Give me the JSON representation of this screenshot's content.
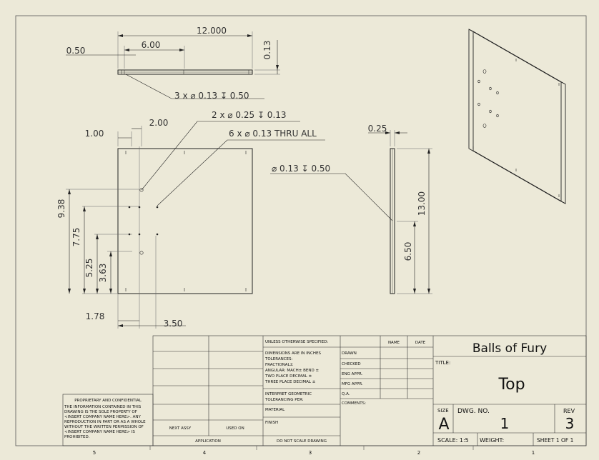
{
  "dimensions": {
    "top_total": "12.000",
    "top_mid": "6.00",
    "top_left": "0.50",
    "top_thickness": "0.13",
    "top_holes": "3 x ⌀ 0.13 ↧ 0.50",
    "front_2_00": "2.00",
    "front_1_00": "1.00",
    "front_holes_025": "2 x ⌀ 0.25 ↧ 0.13",
    "front_holes_thru": "6 x ⌀ 0.13 THRU ALL",
    "front_9_38": "9.38",
    "front_7_75": "7.75",
    "front_5_25": "5.25",
    "front_3_63": "3.63",
    "front_1_78": "1.78",
    "front_3_50": "3.50",
    "side_thickness": "0.25",
    "side_hole": "⌀ 0.13 ↧ 0.50",
    "side_13_00": "13.00",
    "side_6_50": "6.50"
  },
  "title_block": {
    "company": "Balls of Fury",
    "title_label": "TITLE:",
    "title": "Top",
    "size_label": "SIZE",
    "size": "A",
    "dwg_no_label": "DWG.  NO.",
    "dwg_no": "1",
    "rev_label": "REV",
    "rev": "3",
    "scale": "SCALE: 1:5",
    "weight": "WEIGHT:",
    "sheet": "SHEET 1 OF 1",
    "unless": "UNLESS OTHERWISE SPECIFIED:",
    "name_col": "NAME",
    "date_col": "DATE",
    "drawn": "DRAWN",
    "checked": "CHECKED",
    "eng_appr": "ENG APPR.",
    "mfg_appr": "MFG APPR.",
    "qa": "Q.A.",
    "comments": "COMMENTS:",
    "tol_lines": [
      "DIMENSIONS ARE IN INCHES",
      "TOLERANCES:",
      "FRACTIONAL±",
      "ANGULAR: MACH±   BEND ±",
      "TWO PLACE DECIMAL   ±",
      "THREE PLACE DECIMAL  ±"
    ],
    "interpret": [
      "INTERPRET GEOMETRIC",
      "TOLERANCING PER:"
    ],
    "material": "MATERIAL",
    "finish": "FINISH",
    "next_assy": "NEXT ASSY",
    "used_on": "USED ON",
    "application": "APPLICATION",
    "do_not_scale": "DO NOT SCALE DRAWING",
    "proprietary_title": "PROPRIETARY AND CONFIDENTIAL",
    "proprietary_lines": [
      "THE INFORMATION CONTAINED IN THIS",
      "DRAWING IS THE SOLE PROPERTY OF",
      "<INSERT COMPANY NAME HERE>. ANY",
      "REPRODUCTION IN PART OR AS A WHOLE",
      "WITHOUT THE WRITTEN PERMISSION OF",
      "<INSERT COMPANY NAME HERE> IS",
      "PROHIBITED."
    ]
  },
  "zones": [
    "5",
    "4",
    "3",
    "2",
    "1"
  ]
}
